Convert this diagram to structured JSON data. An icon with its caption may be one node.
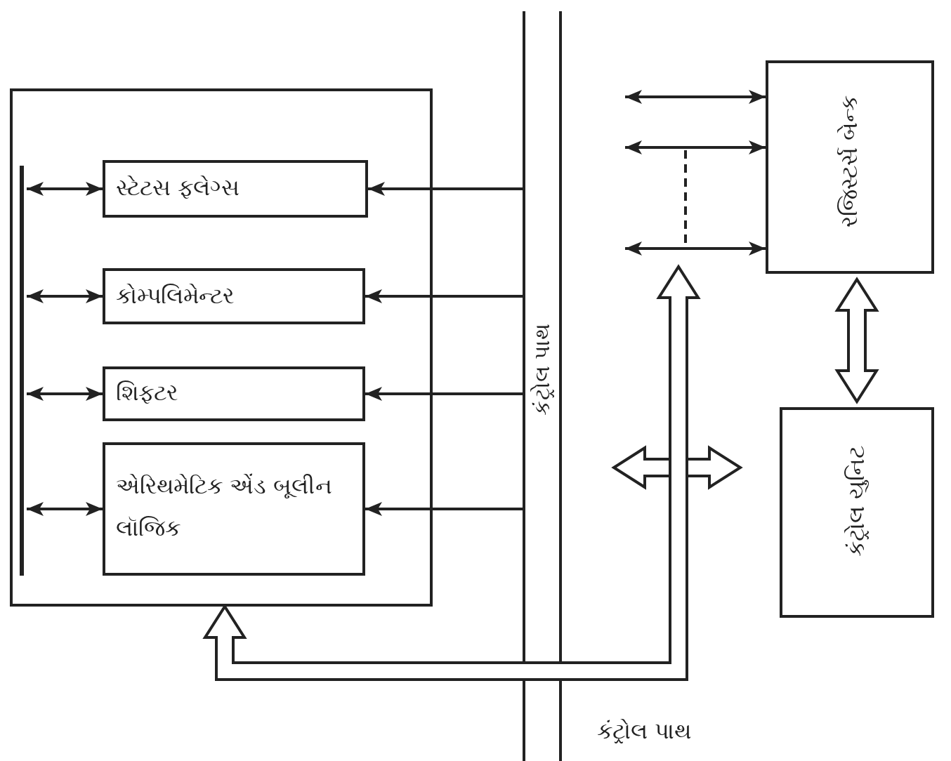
{
  "diagram": {
    "nodes": [
      {
        "text": [],
        "shape": "box"
      },
      {
        "text": [
          "સ્ટેટસ ફ્લેગ્સ"
        ],
        "in": 0
      },
      {
        "text": [
          "કોમ્પલિમેન્ટર"
        ],
        "in": 0
      },
      {
        "text": [
          "શિફ્ટર"
        ],
        "in": 0
      },
      {
        "text": [
          "એરિથમેટિક એંડ બૂલીન લૉજિક"
        ],
        "in": 0
      },
      {
        "text": [],
        "shape": "bar",
        "in": 0
      },
      {
        "text": [
          "કંટ્રોલ પાથ"
        ]
      },
      {
        "text": [
          "રજિસ્ટર્સ બેન્ક"
        ]
      },
      {
        "text": [
          "કંટ્રોલ યુનિટ"
        ]
      }
    ],
    "edges": [
      {
        "from": 5,
        "to": 1,
        "arrow": "both"
      },
      {
        "from": 5,
        "to": 2,
        "arrow": "both"
      },
      {
        "from": 5,
        "to": 3,
        "arrow": "both"
      },
      {
        "from": 5,
        "to": 4,
        "arrow": "both"
      },
      {
        "from": 6,
        "to": 1,
        "arrow": "to"
      },
      {
        "from": 6,
        "to": 2,
        "arrow": "to"
      },
      {
        "from": 6,
        "to": 3,
        "arrow": "to"
      },
      {
        "from": 6,
        "to": 4,
        "arrow": "to"
      },
      {
        "from": null,
        "to": 7,
        "arrow": "both"
      },
      {
        "from": null,
        "to": 7,
        "arrow": "both"
      },
      {
        "from": null,
        "to": 7,
        "arrow": "both"
      },
      {
        "from": 7,
        "to": 8,
        "arrow": "both",
        "style": "thick"
      },
      {
        "from": 0,
        "to": 7,
        "arrow": "both",
        "style": "thick"
      },
      {
        "from": 6,
        "to": 8,
        "arrow": "both",
        "style": "thick"
      }
    ],
    "labels": [
      "કંટ્રોલ પાથ"
    ]
  }
}
